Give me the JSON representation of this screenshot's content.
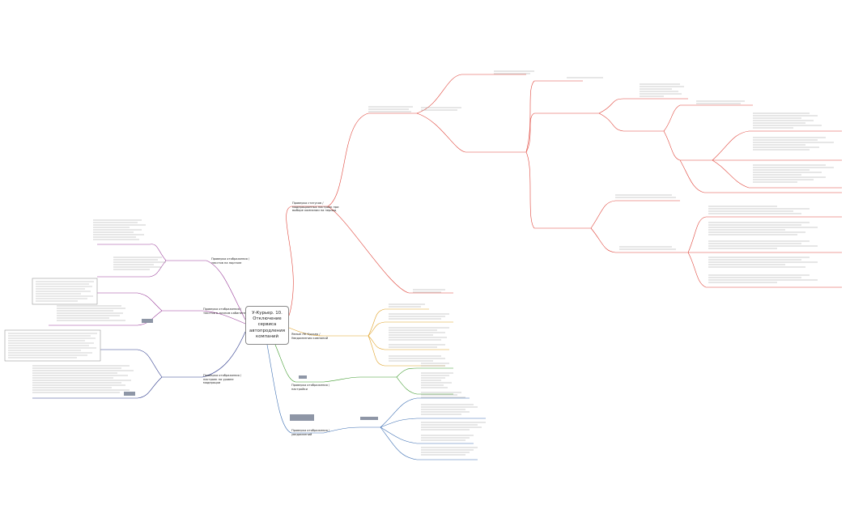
{
  "central": {
    "title": "У-Курьер. 10. Отключение сервиса автопродления компаний"
  },
  "colors": {
    "red": "#e0463c",
    "purple": "#9b3f9b",
    "navy": "#2d3a8c",
    "orange": "#e0a126",
    "green": "#3e9a2c",
    "blue": "#3d6fb3",
    "gray": "#8e96a6"
  },
  "branches": {
    "red": {
      "label": "Проверка статусов / модерационных настроек при выборе компании на период"
    },
    "purple1": {
      "label": "Проверка отображения / текстов на портале"
    },
    "purple2": {
      "label": "Проверка отображения / текстов в личном кабинете"
    },
    "navy": {
      "label": "Проверка отображения / настроек на уровне модерации"
    },
    "orange": {
      "label": "Явные ЛК Курьер / Уведомления компаний"
    },
    "green": {
      "label": "Проверка отображения / настройки"
    },
    "blue": {
      "label": "Проверка отображения / уведомлений"
    }
  },
  "tags": [
    "Проверка",
    "Проверка",
    "Проверка",
    "Курьер",
    "Проверка уведомлений"
  ]
}
